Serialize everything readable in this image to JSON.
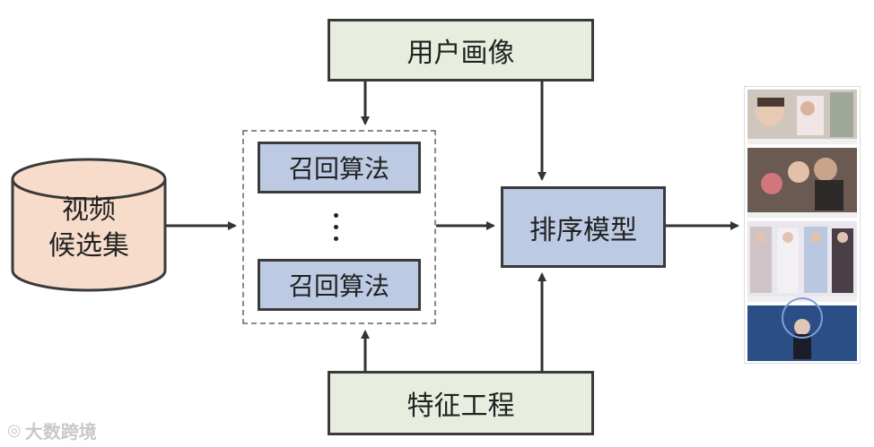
{
  "nodes": {
    "user_profile": "用户画像",
    "feature_engineering": "特征工程",
    "ranking_model": "排序模型",
    "recall_algorithm_1": "召回算法",
    "recall_algorithm_2": "召回算法",
    "video_candidates_line1": "视频",
    "video_candidates_line2": "候选集"
  },
  "colors": {
    "green_box": "#e8eedf",
    "blue_box": "#bccbe3",
    "cylinder": "#f7dccb",
    "border": "#3a3a3a"
  },
  "watermark": {
    "icon": "logo-icon",
    "text": "大数跨境"
  }
}
